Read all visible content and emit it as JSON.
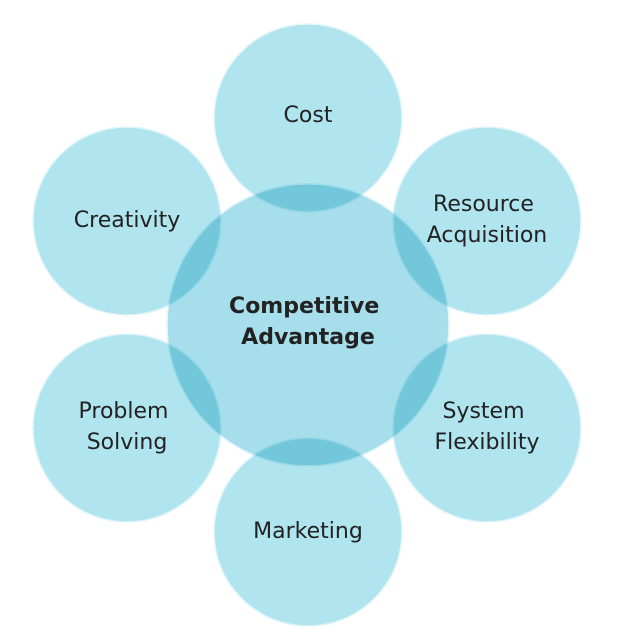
{
  "diagram": {
    "center": {
      "lines": [
        "Competitive",
        "Advantage"
      ]
    },
    "outer": [
      {
        "key": "cost",
        "lines": [
          "Cost"
        ]
      },
      {
        "key": "resource-acquisition",
        "lines": [
          "Resource",
          "Acquisition"
        ]
      },
      {
        "key": "system-flexibility",
        "lines": [
          "System",
          "Flexibility"
        ]
      },
      {
        "key": "marketing",
        "lines": [
          "Marketing"
        ]
      },
      {
        "key": "problem-solving",
        "lines": [
          "Problem",
          "Solving"
        ]
      },
      {
        "key": "creativity",
        "lines": [
          "Creativity"
        ]
      }
    ],
    "colors": {
      "outer_fill": "#b0e4ee",
      "center_fill": "#97d9e8",
      "stroke": "#e2f5f9",
      "text": "#222222"
    }
  }
}
